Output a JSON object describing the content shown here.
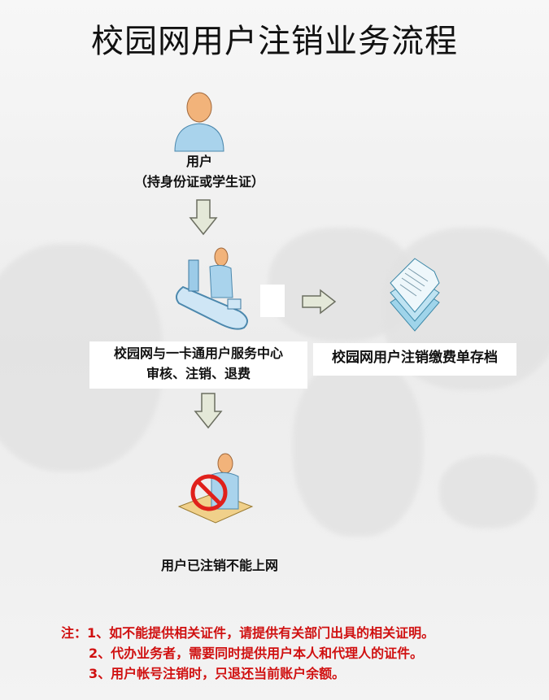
{
  "title": "校园网用户注销业务流程",
  "steps": {
    "user": {
      "line1": "用户",
      "line2": "（持身份证或学生证）"
    },
    "service": {
      "line1": "校园网与一卡通用户服务中心",
      "line2": "审核、注销、退费"
    },
    "archive": {
      "label": "校园网用户注销缴费单存档"
    },
    "result": {
      "label": "用户已注销不能上网"
    }
  },
  "notes": {
    "prefix": "注：",
    "items": [
      "1、如不能提供相关证件，请提供有关部门出具的相关证明。",
      "2、代办业务者，需要同时提供用户本人和代理人的证件。",
      "3、用户帐号注销时，只退还当前账户余额。"
    ]
  },
  "colors": {
    "note": "#d01010",
    "arrow_fill": "#e4e8d8",
    "arrow_stroke": "#6b6e60"
  }
}
